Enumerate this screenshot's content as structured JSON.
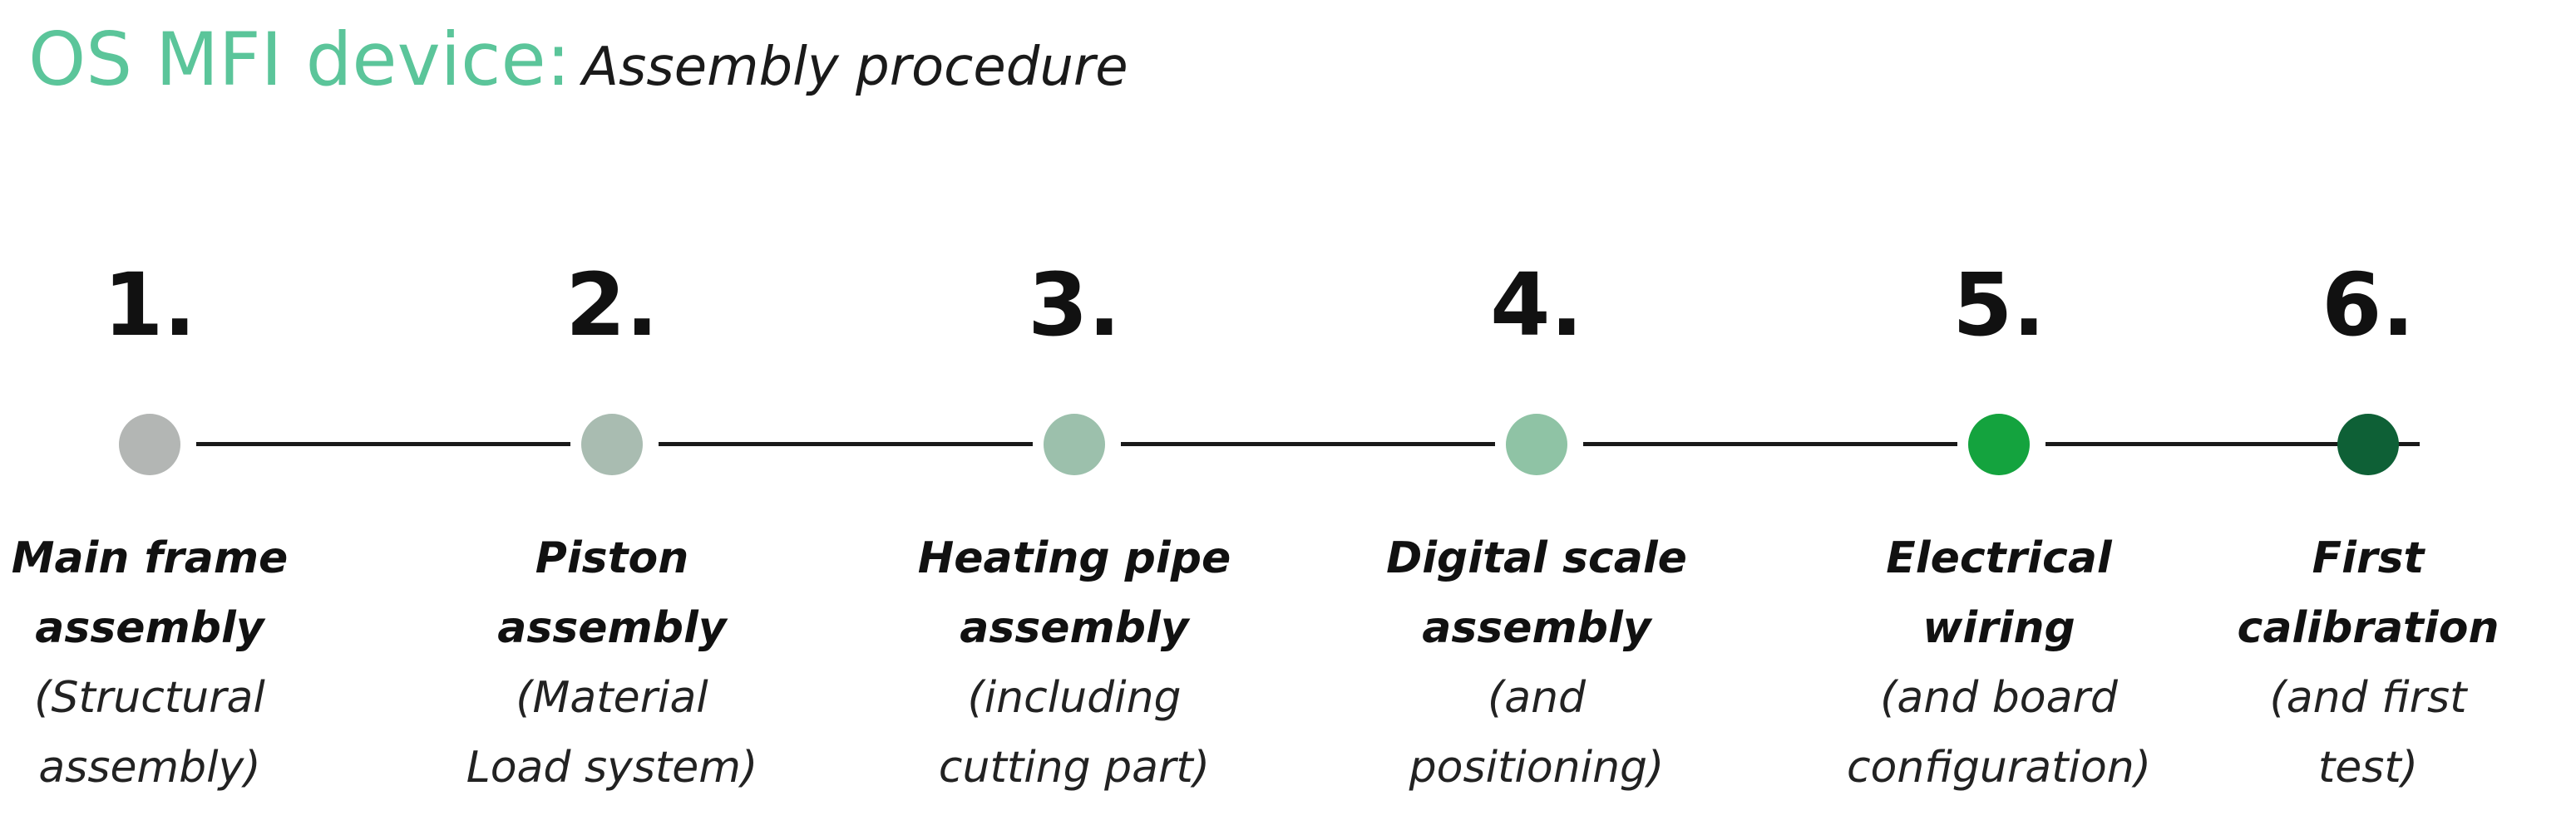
{
  "header": {
    "title": "OS MFI device:",
    "subtitle": "Assembly procedure",
    "title_color": "#5bc59a"
  },
  "steps": [
    {
      "number": "1.",
      "title_lines": [
        "Main frame",
        "assembly"
      ],
      "detail_lines": [
        "(Structural",
        "assembly)"
      ],
      "dot_color": "#b3b6b4"
    },
    {
      "number": "2.",
      "title_lines": [
        "Piston",
        "assembly"
      ],
      "detail_lines": [
        "(Material",
        "Load system)"
      ],
      "dot_color": "#a9bcb1"
    },
    {
      "number": "3.",
      "title_lines": [
        "Heating pipe",
        "assembly"
      ],
      "detail_lines": [
        "(including",
        "cutting part)"
      ],
      "dot_color": "#9cc0ac"
    },
    {
      "number": "4.",
      "title_lines": [
        "Digital scale",
        "assembly"
      ],
      "detail_lines": [
        "(and",
        "positioning)"
      ],
      "dot_color": "#8fc3a5"
    },
    {
      "number": "5.",
      "title_lines": [
        "Electrical",
        "wiring"
      ],
      "detail_lines": [
        "(and board",
        "configuration)"
      ],
      "dot_color": "#14a33e"
    },
    {
      "number": "6.",
      "title_lines": [
        "First",
        "calibration"
      ],
      "detail_lines": [
        "(and first",
        "test)"
      ],
      "dot_color": "#0e6036"
    }
  ]
}
